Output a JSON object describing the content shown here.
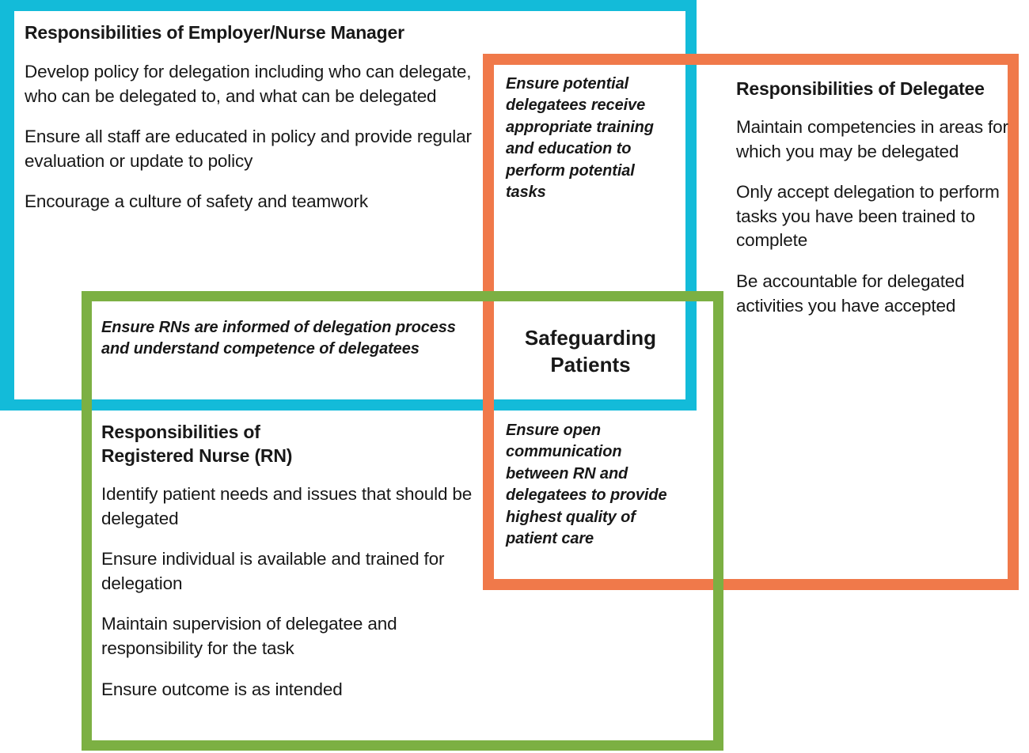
{
  "diagram": {
    "type": "three-overlapping-rectangles-venn",
    "center_label": "Safeguarding\nPatients",
    "colors": {
      "employer_box": "#13bbd9",
      "delegatee_box": "#f0794a",
      "registered_nurse_box": "#7cb043",
      "text": "#181818",
      "background": "#ffffff"
    }
  },
  "employer": {
    "title": "Responsibilities of Employer/Nurse Manager",
    "items": [
      "Develop policy for delegation including who can delegate, who can be delegated to, and what can be delegated",
      "Ensure all staff are educated in policy and provide regular evaluation or update to policy",
      "Encourage a culture of safety and teamwork"
    ]
  },
  "delegatee": {
    "title": "Responsibilities of Delegatee",
    "items": [
      "Maintain competencies in areas for which you may be delegated",
      "Only accept delegation to perform tasks you have been trained to complete",
      "Be accountable for delegated activities you have accepted"
    ]
  },
  "registered_nurse": {
    "title": "Responsibilities of Registered Nurse (RN)",
    "title_line1": "Responsibilities of",
    "title_line2": "Registered Nurse (RN)",
    "items": [
      "Identify patient needs and issues that should be delegated",
      "Ensure individual is available and trained for delegation",
      "Maintain supervision of delegatee and responsibility for the task",
      "Ensure outcome is as intended"
    ]
  },
  "overlaps": {
    "employer_delegatee": "Ensure potential delegatees receive appropriate training and education to perform potential tasks",
    "employer_nurse": "Ensure RNs are informed of delegation process and understand competence of delegatees",
    "nurse_delegatee": "Ensure open communication between RN and delegatees to provide highest quality of patient care",
    "all_three_line1": "Safeguarding",
    "all_three_line2": "Patients"
  }
}
